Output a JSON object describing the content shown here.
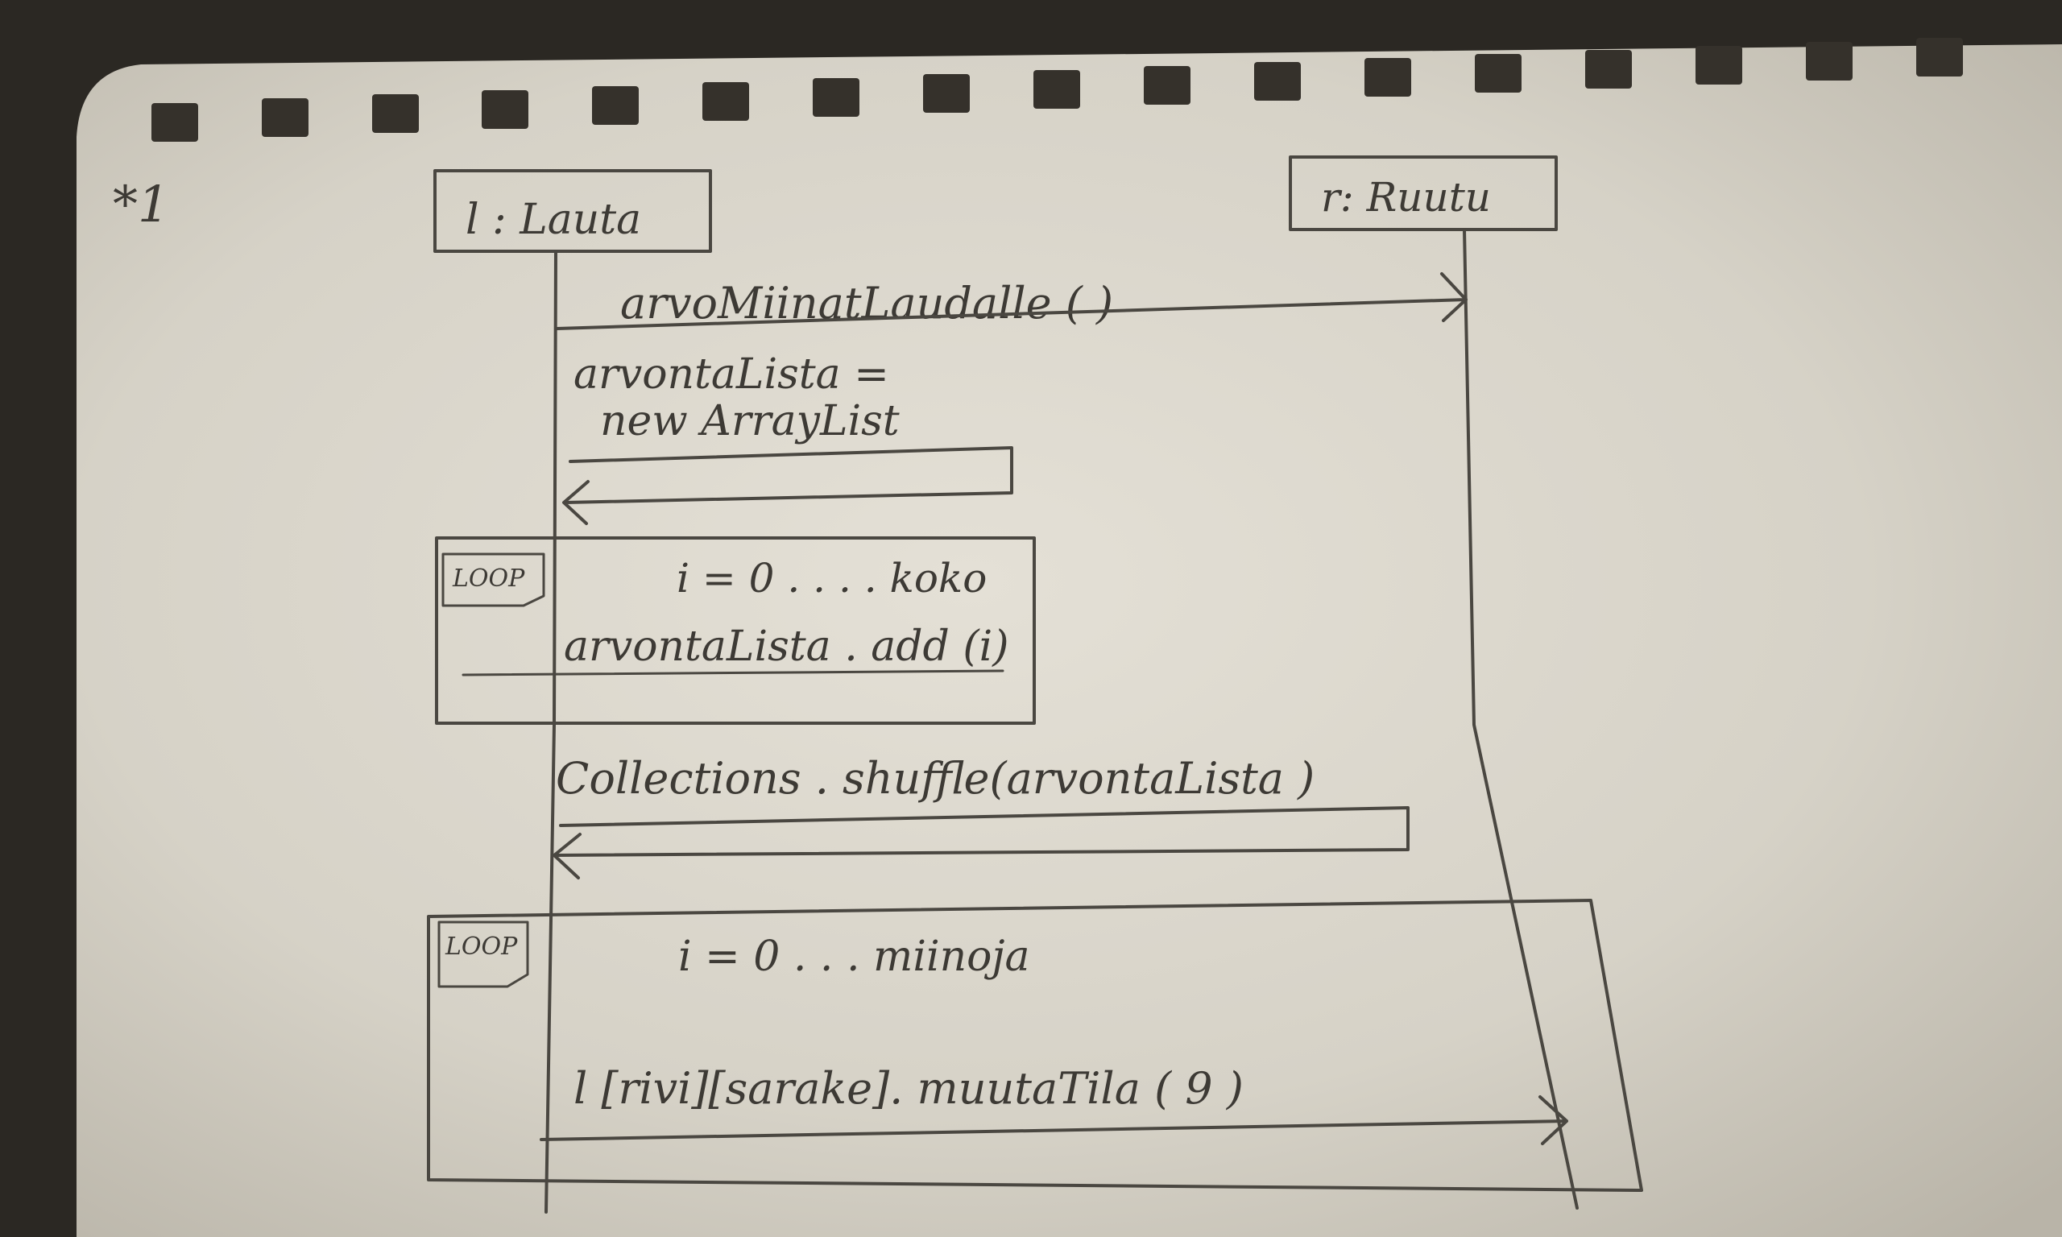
{
  "page_mark": "*1",
  "lifelines": {
    "left": "l : Lauta",
    "right": "r: Ruutu"
  },
  "messages": {
    "call": "arvoMiinatLaudalle ( )",
    "self1_line1": "arvontaLista =",
    "self1_line2": "new ArrayList",
    "self2": "Collections . shuffle(arvontaLista )",
    "loop2_call": "l [rivi][sarake]. muutaTila ( 9 )"
  },
  "loops": {
    "loop1": {
      "tag": "LOOP",
      "guard": "i = 0 . . . . koko",
      "body": "arvontaLista . add (i)"
    },
    "loop2": {
      "tag": "LOOP",
      "guard": "i = 0 . . . miinoja"
    }
  },
  "colors": {
    "paper": "#ddd9cf",
    "background": "#2b2823",
    "ink": "#4a4741"
  }
}
